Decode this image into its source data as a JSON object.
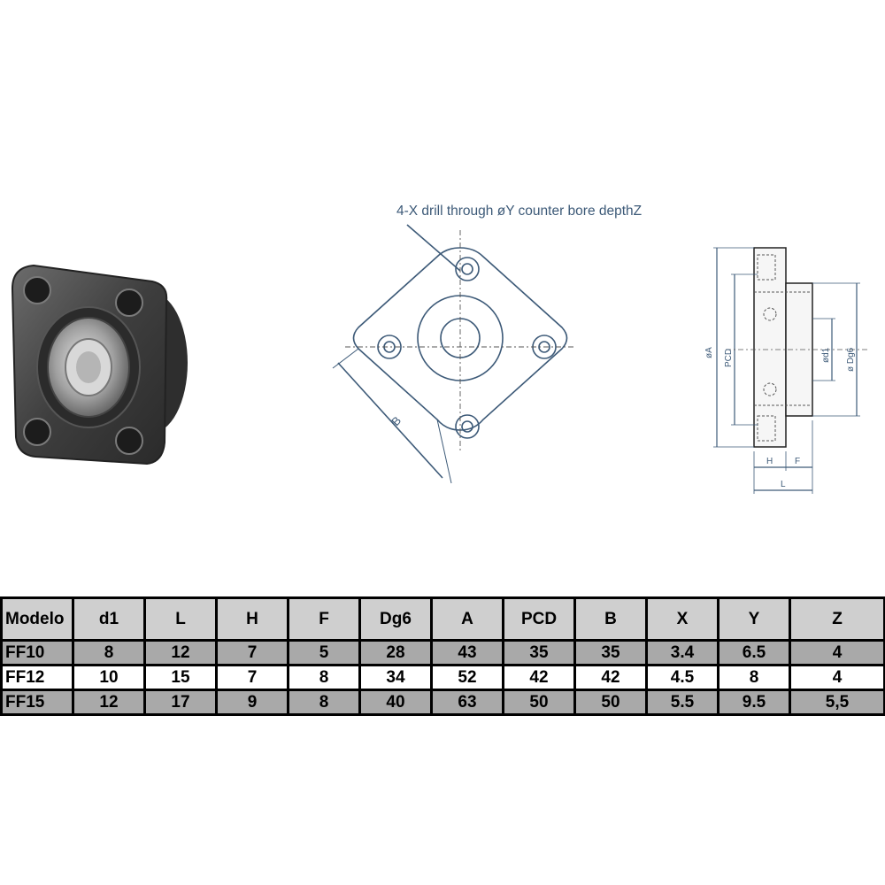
{
  "drawing": {
    "callout": "4-X drill through øY counter bore depthZ",
    "label_B": "B",
    "label_A": "øA",
    "label_PCD": "PCD",
    "label_d1": "ød1",
    "label_Dg6": "ø Dg6",
    "label_H": "H",
    "label_F": "F",
    "label_L": "L"
  },
  "table": {
    "headers": [
      "Modelo",
      "d1",
      "L",
      "H",
      "F",
      "Dg6",
      "A",
      "PCD",
      "B",
      "X",
      "Y",
      "Z"
    ],
    "rows": [
      [
        "FF10",
        "8",
        "12",
        "7",
        "5",
        "28",
        "43",
        "35",
        "35",
        "3.4",
        "6.5",
        "4"
      ],
      [
        "FF12",
        "10",
        "15",
        "7",
        "8",
        "34",
        "52",
        "42",
        "42",
        "4.5",
        "8",
        "4"
      ],
      [
        "FF15",
        "12",
        "17",
        "9",
        "8",
        "40",
        "63",
        "50",
        "50",
        "5.5",
        "9.5",
        "5,5"
      ]
    ]
  },
  "colors": {
    "drawing_line": "#3d5a78",
    "header_bg": "#cfcfcf",
    "row_dark": "#a9a9a9",
    "row_light": "#ffffff",
    "grid": "#000000"
  }
}
